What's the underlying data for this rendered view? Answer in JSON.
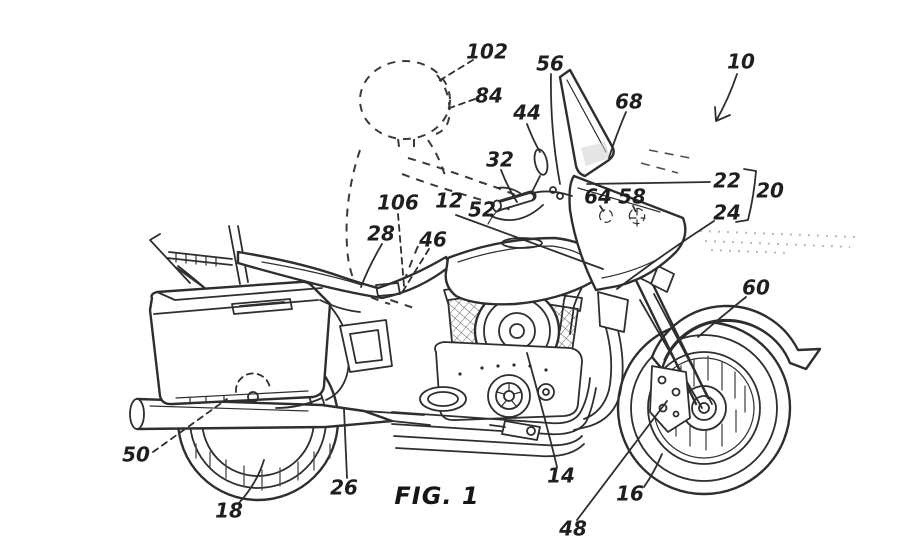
{
  "figure": {
    "caption": "FIG. 1",
    "type": "patent line drawing",
    "subject": "touring motorcycle side elevation with phantom rider",
    "ink_color": "#2e2e2e",
    "background_color": "#ffffff"
  },
  "labels": [
    {
      "text": "102",
      "leader": "dashed"
    },
    {
      "text": "84",
      "leader": "dashed"
    },
    {
      "text": "56",
      "leader": "solid"
    },
    {
      "text": "10",
      "leader": "arrow"
    },
    {
      "text": "68",
      "leader": "solid"
    },
    {
      "text": "44",
      "leader": "solid"
    },
    {
      "text": "32",
      "leader": "solid"
    },
    {
      "text": "22",
      "leader": "solid"
    },
    {
      "text": "20",
      "leader": "bracket"
    },
    {
      "text": "24",
      "leader": "solid"
    },
    {
      "text": "64",
      "leader": "dashed"
    },
    {
      "text": "58",
      "leader": "dashed"
    },
    {
      "text": "52",
      "leader": "solid"
    },
    {
      "text": "12",
      "leader": "solid"
    },
    {
      "text": "106",
      "leader": "dashed"
    },
    {
      "text": "28",
      "leader": "solid"
    },
    {
      "text": "46",
      "leader": "dashed"
    },
    {
      "text": "60",
      "leader": "solid"
    },
    {
      "text": "50",
      "leader": "dashed"
    },
    {
      "text": "18",
      "leader": "solid"
    },
    {
      "text": "26",
      "leader": "solid"
    },
    {
      "text": "14",
      "leader": "solid"
    },
    {
      "text": "48",
      "leader": "solid"
    },
    {
      "text": "16",
      "leader": "solid"
    }
  ]
}
